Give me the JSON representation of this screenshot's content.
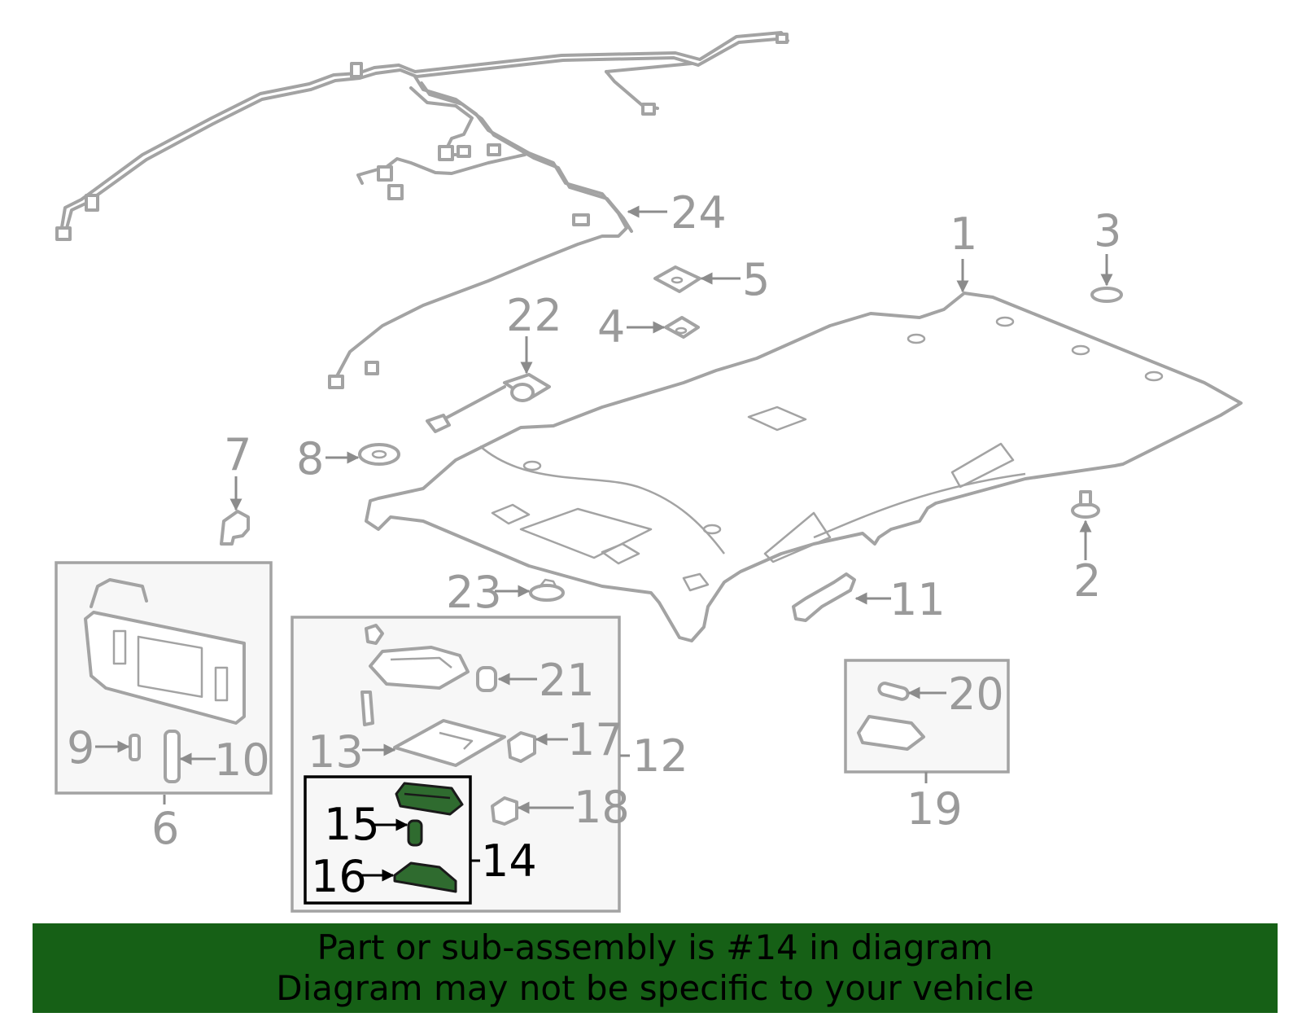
{
  "callouts": {
    "c1": "1",
    "c2": "2",
    "c3": "3",
    "c4": "4",
    "c5": "5",
    "c6": "6",
    "c7": "7",
    "c8": "8",
    "c9": "9",
    "c10": "10",
    "c11": "11",
    "c12": "12",
    "c13": "13",
    "c14": "14",
    "c15": "15",
    "c16": "16",
    "c17": "17",
    "c18": "18",
    "c19": "19",
    "c20": "20",
    "c21": "21",
    "c22": "22",
    "c23": "23",
    "c24": "24"
  },
  "highlighted_part": "14",
  "banner": {
    "line1": "Part or sub-assembly is #14 in diagram",
    "line2": "Diagram may not be specific to your vehicle"
  },
  "colors": {
    "banner_bg": "#166016",
    "highlight": "#2f6b2f",
    "line_art": "#a3a3a3"
  }
}
